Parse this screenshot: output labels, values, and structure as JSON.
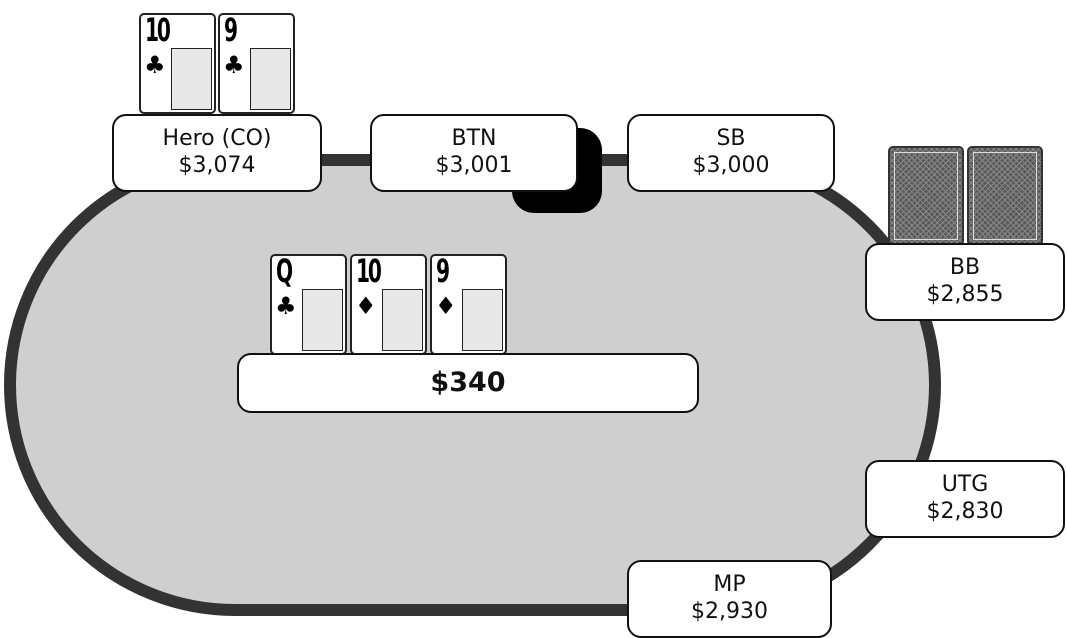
{
  "seats": [
    {
      "id": "hero",
      "position": "Hero (CO)",
      "stack": "$3,074"
    },
    {
      "id": "btn",
      "position": "BTN",
      "stack": "$3,001"
    },
    {
      "id": "sb",
      "position": "SB",
      "stack": "$3,000"
    },
    {
      "id": "bb",
      "position": "BB",
      "stack": "$2,855"
    },
    {
      "id": "utg",
      "position": "UTG",
      "stack": "$2,830"
    },
    {
      "id": "mp",
      "position": "MP",
      "stack": "$2,930"
    }
  ],
  "hero_cards": [
    {
      "rank": "10",
      "suit": "♣"
    },
    {
      "rank": "9",
      "suit": "♣"
    }
  ],
  "board": [
    {
      "rank": "Q",
      "suit": "♣"
    },
    {
      "rank": "10",
      "suit": "♦"
    },
    {
      "rank": "9",
      "suit": "♦"
    }
  ],
  "pot": "$340",
  "dealer_position": "BTN",
  "bb_cards": "face-down",
  "colors": {
    "felt": "#cfcfcf",
    "rail": "#333333"
  }
}
